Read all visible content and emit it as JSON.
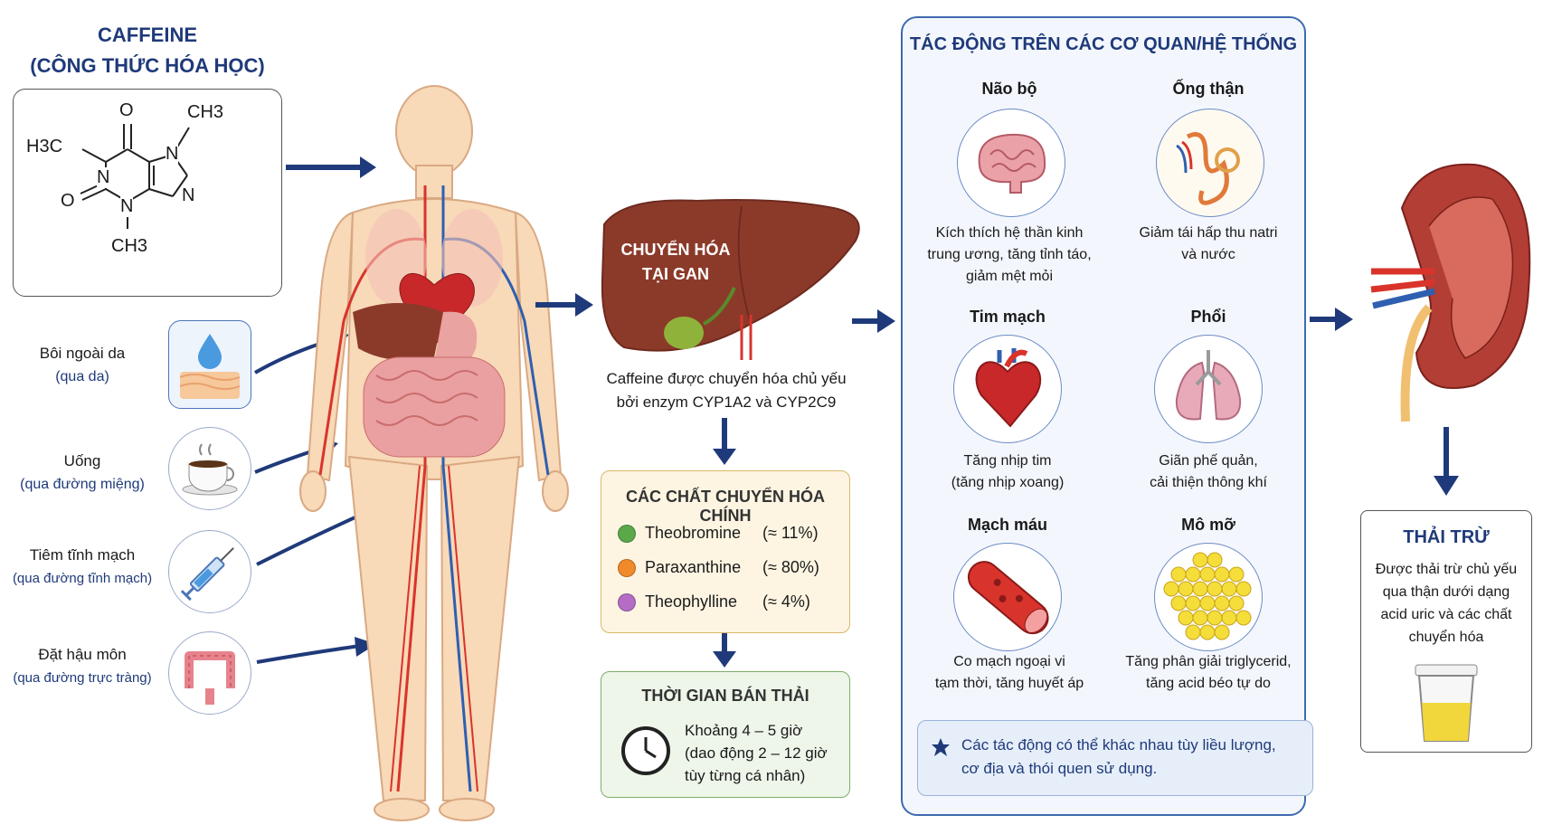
{
  "left": {
    "title_line1": "CAFFEINE",
    "title_line2": "(CÔNG THỨC HÓA HỌC)",
    "formula": {
      "h3c": "H3C",
      "ch3_top": "CH3",
      "ch3_bottom": "CH3",
      "o_top": "O",
      "o_left": "O",
      "n1": "N",
      "n3": "N",
      "n7": "N",
      "n9": "N"
    },
    "routes": [
      {
        "label": "Bôi ngoài da",
        "sub": "(qua da)",
        "icon": "skin-drop-icon"
      },
      {
        "label": "Uống",
        "sub": "(qua đường miệng)",
        "icon": "coffee-cup-icon"
      },
      {
        "label": "Tiêm tĩnh mạch",
        "sub": "(qua đường tĩnh mạch)",
        "icon": "syringe-icon"
      },
      {
        "label": "Đặt hậu môn",
        "sub": "(qua đường trực tràng)",
        "icon": "intestine-icon"
      }
    ]
  },
  "liver": {
    "label_line1": "CHUYỂN HÓA",
    "label_line2": "TẠI GAN",
    "caption_line1": "Caffeine được chuyển hóa chủ yếu",
    "caption_line2": "bởi enzym CYP1A2 và CYP2C9"
  },
  "metabolites": {
    "title": "CÁC CHẤT CHUYỂN HÓA CHÍNH",
    "items": [
      {
        "name": "Theobromine",
        "pct": "(≈ 11%)",
        "color": "#5aa84a"
      },
      {
        "name": "Paraxanthine",
        "pct": "(≈ 80%)",
        "color": "#f08a2a"
      },
      {
        "name": "Theophylline",
        "pct": "(≈ 4%)",
        "color": "#b46cc4"
      }
    ]
  },
  "half_life": {
    "title": "THỜI GIAN BÁN THẢI",
    "line1": "Khoảng 4 – 5 giờ",
    "line2": "(dao động 2 – 12 giờ",
    "line3": "tùy từng cá nhân)"
  },
  "organs": {
    "title": "TÁC ĐỘNG TRÊN CÁC CƠ QUAN/HỆ THỐNG",
    "items": [
      {
        "name": "Não bộ",
        "desc": [
          "Kích thích hệ thần kinh",
          "trung ương, tăng tỉnh táo,",
          "giảm mệt mỏi"
        ],
        "icon": "brain-icon"
      },
      {
        "name": "Ống thận",
        "desc": [
          "Giảm tái hấp thu natri",
          "và nước"
        ],
        "icon": "nephron-icon"
      },
      {
        "name": "Tim mạch",
        "desc": [
          "Tăng nhịp tim",
          "(tăng nhịp xoang)"
        ],
        "icon": "heart-icon"
      },
      {
        "name": "Phổi",
        "desc": [
          "Giãn phế quản,",
          "cải thiện thông khí"
        ],
        "icon": "lungs-icon"
      },
      {
        "name": "Mạch máu",
        "desc": [
          "Co mạch ngoại vi",
          "tạm thời, tăng huyết áp"
        ],
        "icon": "blood-vessel-icon"
      },
      {
        "name": "Mô mỡ",
        "desc": [
          "Tăng phân giải triglycerid,",
          "tăng acid béo tự do"
        ],
        "icon": "fat-cells-icon"
      }
    ],
    "note_line1": "Các tác động có thể khác nhau tùy liều lượng,",
    "note_line2": "cơ địa và thói quen sử dụng."
  },
  "excretion": {
    "title": "THẢI TRỪ",
    "desc": [
      "Được thải trừ chủ yếu",
      "qua thận dưới dạng",
      "acid uric và các chất",
      "chuyển hóa"
    ]
  },
  "colors": {
    "navy": "#1f3a7a",
    "liver": "#8b3a2a",
    "artery": "#d9342b",
    "vein": "#2f5fb0"
  }
}
